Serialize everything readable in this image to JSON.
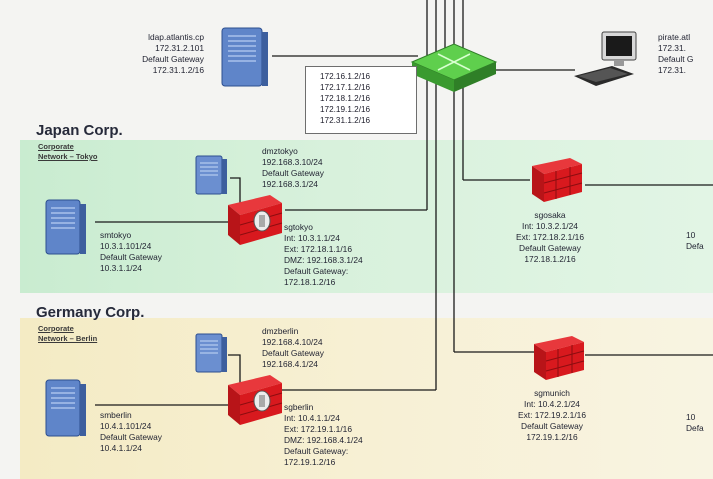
{
  "ldap": {
    "lines": [
      "ldap.atlantis.cp",
      "172.31.2.101",
      "Default Gateway",
      "172.31.1.2/16"
    ]
  },
  "pirate": {
    "lines": [
      "pirate.atl",
      "172.31.",
      "Default G",
      "172.31."
    ]
  },
  "router_subnets": [
    "172.16.1.2/16",
    "172.17.1.2/16",
    "172.18.1.2/16",
    "172.19.1.2/16",
    "172.31.1.2/16"
  ],
  "japan": {
    "title": "Japan Corp.",
    "network_label": [
      "Corporate",
      "Network – Tokyo"
    ],
    "dmz": {
      "lines": [
        "dmztokyo",
        "192.168.3.10/24",
        "Default Gateway",
        "192.168.3.1/24"
      ]
    },
    "sm": {
      "lines": [
        "smtokyo",
        "10.3.1.101/24",
        "Default Gateway",
        "10.3.1.1/24"
      ]
    },
    "sg": {
      "lines": [
        "sgtokyo",
        "Int: 10.3.1.1/24",
        "Ext: 172.18.1.1/16",
        "DMZ: 192.168.3.1/24",
        "Default Gateway:",
        "172.18.1.2/16"
      ]
    }
  },
  "germany": {
    "title": "Germany Corp.",
    "network_label": [
      "Corporate",
      "Network – Berlin"
    ],
    "dmz": {
      "lines": [
        "dmzberlin",
        "192.168.4.10/24",
        "Default Gateway",
        "192.168.4.1/24"
      ]
    },
    "sm": {
      "lines": [
        "smberlin",
        "10.4.1.101/24",
        "Default Gateway",
        "10.4.1.1/24"
      ]
    },
    "sg": {
      "lines": [
        "sgberlin",
        "Int: 10.4.1.1/24",
        "Ext: 172.19.1.1/16",
        "DMZ: 192.168.4.1/24",
        "Default Gateway:",
        "172.19.1.2/16"
      ]
    }
  },
  "osaka": {
    "lines": [
      "sgosaka",
      "Int: 10.3.2.1/24",
      "Ext: 172.18.2.1/16",
      "Default Gateway",
      "172.18.1.2/16"
    ]
  },
  "munich": {
    "lines": [
      "sgmunich",
      "Int: 10.4.2.1/24",
      "Ext: 172.19.2.1/16",
      "Default Gateway",
      "172.19.1.2/16"
    ]
  },
  "right_edge_japan": [
    "10",
    "Defa"
  ],
  "right_edge_germany": [
    "10",
    "Defa"
  ],
  "colors": {
    "japan_band": "#d3efd7",
    "germany_band": "#f6eecb",
    "firewall_red": "#d8191e",
    "router_green": "#46b43a",
    "server_blue": "#5f85c9"
  }
}
